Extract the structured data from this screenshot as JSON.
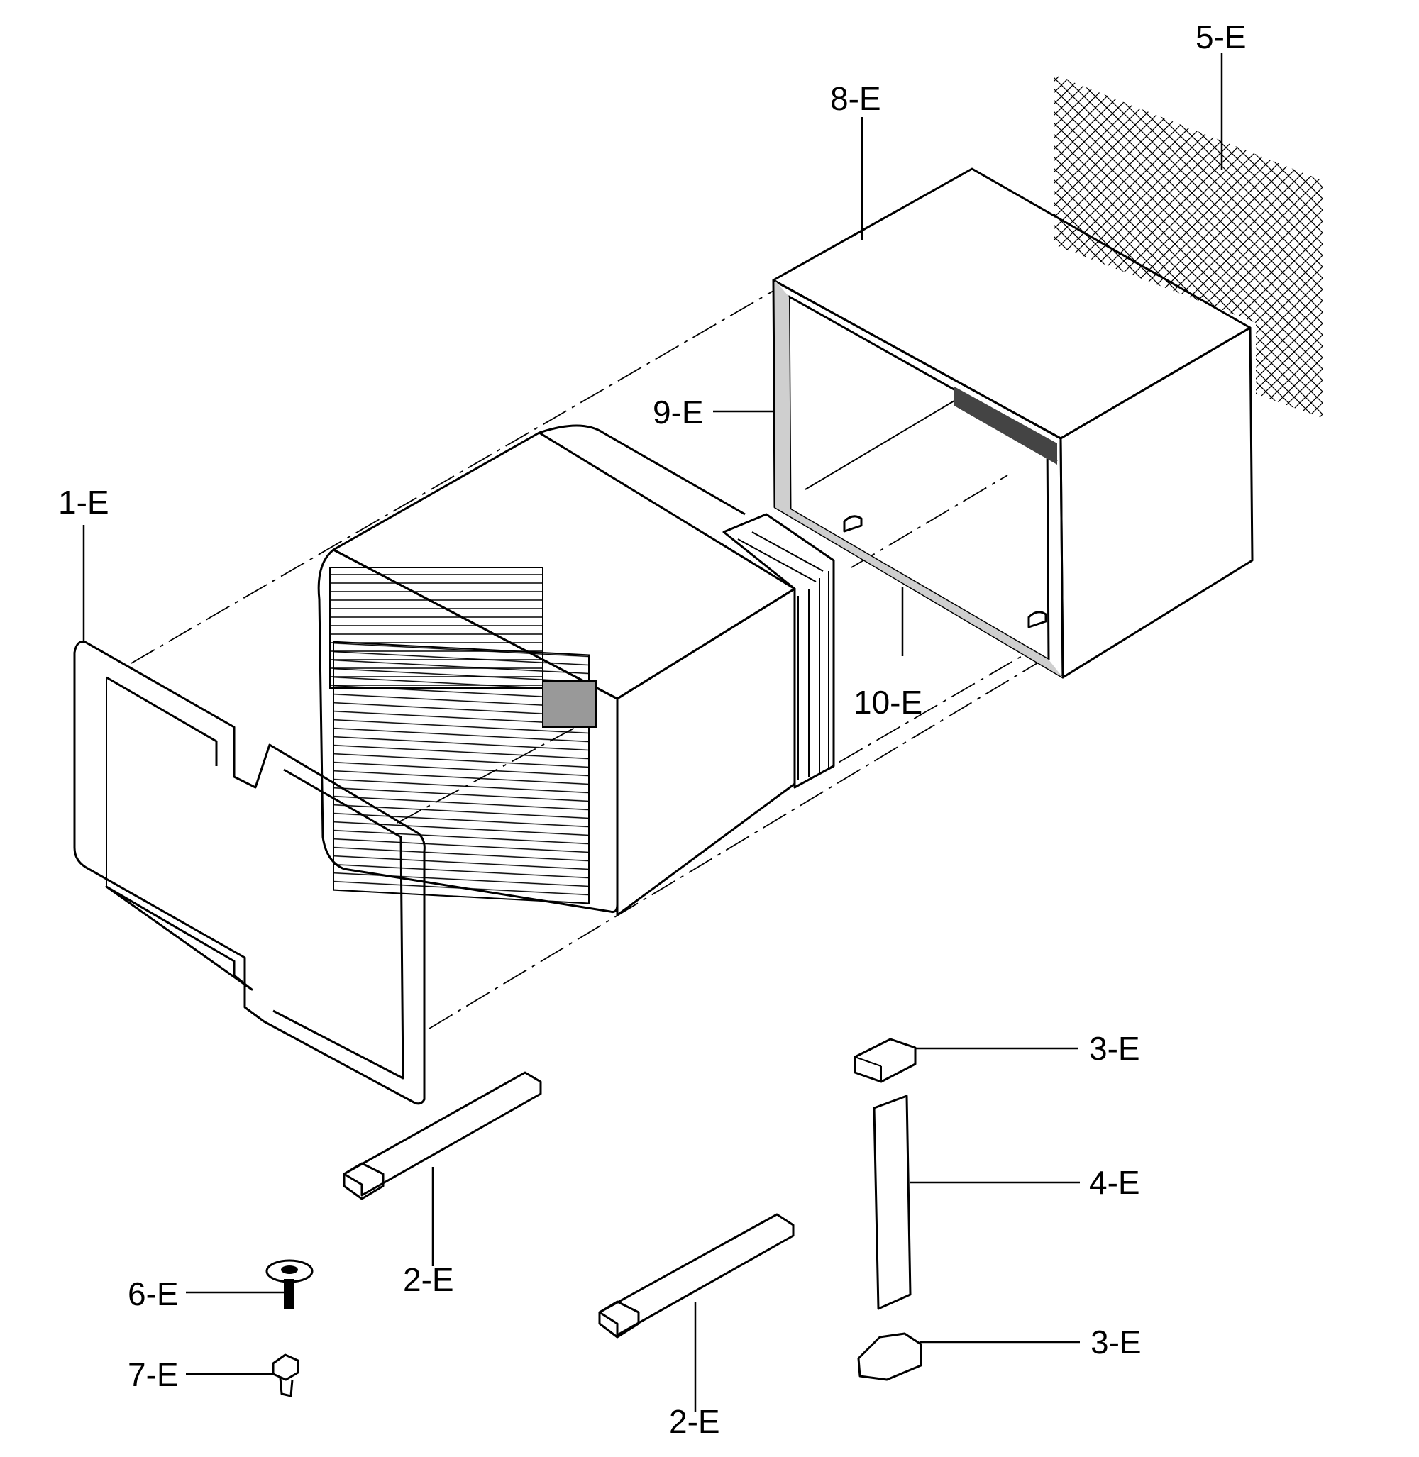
{
  "callouts": [
    {
      "key": "c1",
      "label": "1-E"
    },
    {
      "key": "c2a",
      "label": "2-E"
    },
    {
      "key": "c2b",
      "label": "2-E"
    },
    {
      "key": "c3a",
      "label": "3-E"
    },
    {
      "key": "c3b",
      "label": "3-E"
    },
    {
      "key": "c4",
      "label": "4-E"
    },
    {
      "key": "c5",
      "label": "5-E"
    },
    {
      "key": "c6",
      "label": "6-E"
    },
    {
      "key": "c7",
      "label": "7-E"
    },
    {
      "key": "c8",
      "label": "8-E"
    },
    {
      "key": "c9",
      "label": "9-E"
    },
    {
      "key": "c10",
      "label": "10-E"
    }
  ]
}
